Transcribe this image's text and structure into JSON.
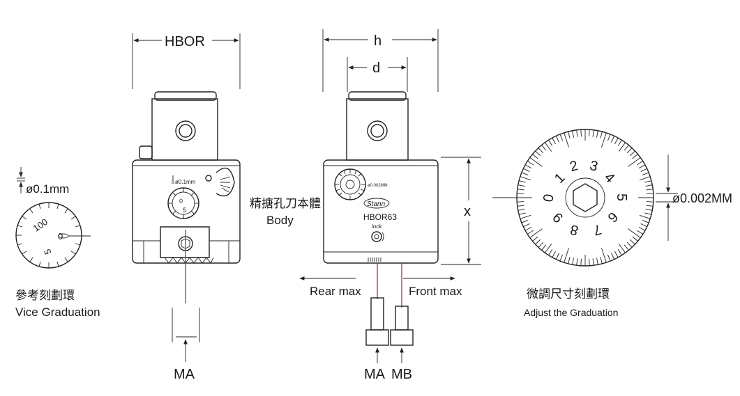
{
  "dimensions": {
    "hbor": "HBOR",
    "h": "h",
    "d": "d",
    "x": "x",
    "ma_left": "MA",
    "ma_right": "MA",
    "mb": "MB"
  },
  "left_tool": {
    "dial_spec": "ø0.1mm",
    "dial_numbers": [
      "0",
      "5"
    ]
  },
  "vice_graduation": {
    "spec": "ø0.1mm",
    "numbers": [
      "100",
      "0",
      "5"
    ],
    "caption_cn": "參考刻劃環",
    "caption_en": "Vice Graduation"
  },
  "center_tool": {
    "caption_cn": "精搪孔刀本體",
    "caption_en": "Body",
    "brand": "Stann",
    "model": "HBOR63",
    "lock_label": "lock",
    "dial_spec": "ø0.002MM",
    "rear_label": "Rear max",
    "front_label": "Front max"
  },
  "adjust_graduation": {
    "numbers": [
      "0",
      "1",
      "2",
      "3",
      "4",
      "5",
      "6",
      "7",
      "8",
      "9"
    ],
    "spec": "ø0.002MM",
    "caption_cn": "微調尺寸刻劃環",
    "caption_en": "Adjust the Graduation"
  },
  "colors": {
    "line": "#222222",
    "axis": "#d0222a",
    "body_fill": "#ffffff"
  }
}
